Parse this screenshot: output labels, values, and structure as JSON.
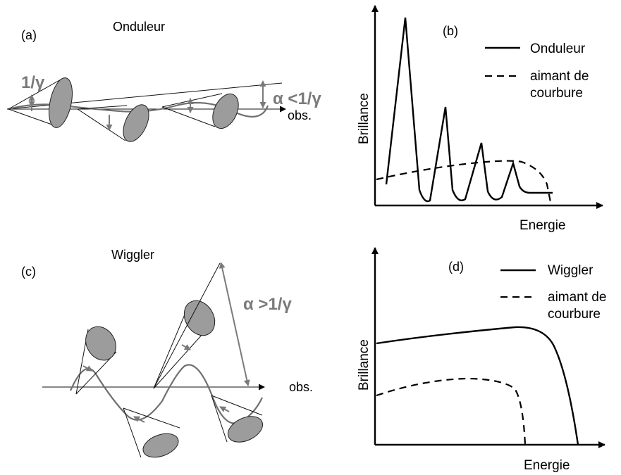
{
  "panel_a": {
    "tag": "(a)",
    "title": "Onduleur",
    "cone_angle": "1/γ",
    "alpha_label": "α <1/γ",
    "obs_label": "obs."
  },
  "panel_b": {
    "tag": "(b)",
    "ylabel": "Brillance",
    "xlabel": "Energie",
    "legend": [
      {
        "label": "Onduleur",
        "style": "solid"
      },
      {
        "label": "aimant de courbure",
        "style": "dashed"
      }
    ]
  },
  "panel_c": {
    "tag": "(c)",
    "title": "Wiggler",
    "alpha_label": "α >1/γ",
    "obs_label": "obs."
  },
  "panel_d": {
    "tag": "(d)",
    "ylabel": "Brillance",
    "xlabel": "Energie",
    "legend": [
      {
        "label": "Wiggler",
        "style": "solid"
      },
      {
        "label": "aimant de courbure",
        "style": "dashed"
      }
    ]
  },
  "colors": {
    "cone_fill": "#9c9c9c",
    "trajectory": "#6f6f6f",
    "annotation_gray": "#7a7a7a"
  }
}
